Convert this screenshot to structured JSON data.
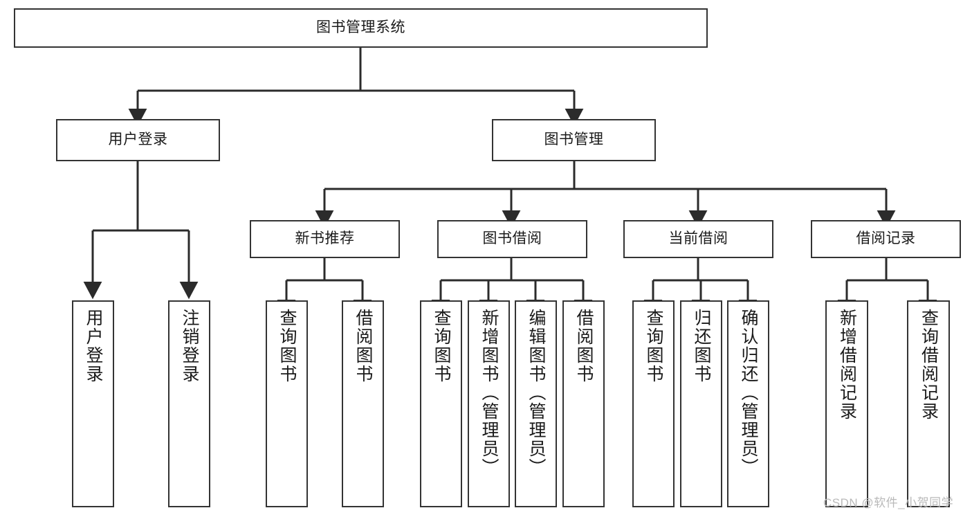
{
  "diagram": {
    "title": "图书管理系统",
    "type": "tree-hierarchy",
    "root": {
      "label": "图书管理系统"
    },
    "level1": [
      {
        "label": "用户登录"
      },
      {
        "label": "图书管理"
      }
    ],
    "level2": [
      {
        "label": "新书推荐"
      },
      {
        "label": "图书借阅"
      },
      {
        "label": "当前借阅"
      },
      {
        "label": "借阅记录"
      }
    ],
    "leaves": {
      "user_login": [
        {
          "label": "用户登录"
        },
        {
          "label": "注销登录"
        }
      ],
      "new_book_recommend": [
        {
          "label": "查询图书"
        },
        {
          "label": "借阅图书"
        }
      ],
      "book_borrow": [
        {
          "label": "查询图书"
        },
        {
          "label": "新增图书（管理员）"
        },
        {
          "label": "编辑图书（管理员）"
        },
        {
          "label": "借阅图书"
        }
      ],
      "current_borrow": [
        {
          "label": "查询图书"
        },
        {
          "label": "归还图书"
        },
        {
          "label": "确认归还（管理员）"
        }
      ],
      "borrow_record": [
        {
          "label": "新增借阅记录"
        },
        {
          "label": "查询借阅记录"
        }
      ]
    }
  },
  "watermark": {
    "text": "CSDN @软件_小贺同学"
  },
  "colors": {
    "background": "#ffffff",
    "box_border": "#333333",
    "box_fill": "#ffffff",
    "text": "#1a1a1a",
    "connector": "#2b2b2b",
    "watermark": "#b9b9b9"
  }
}
